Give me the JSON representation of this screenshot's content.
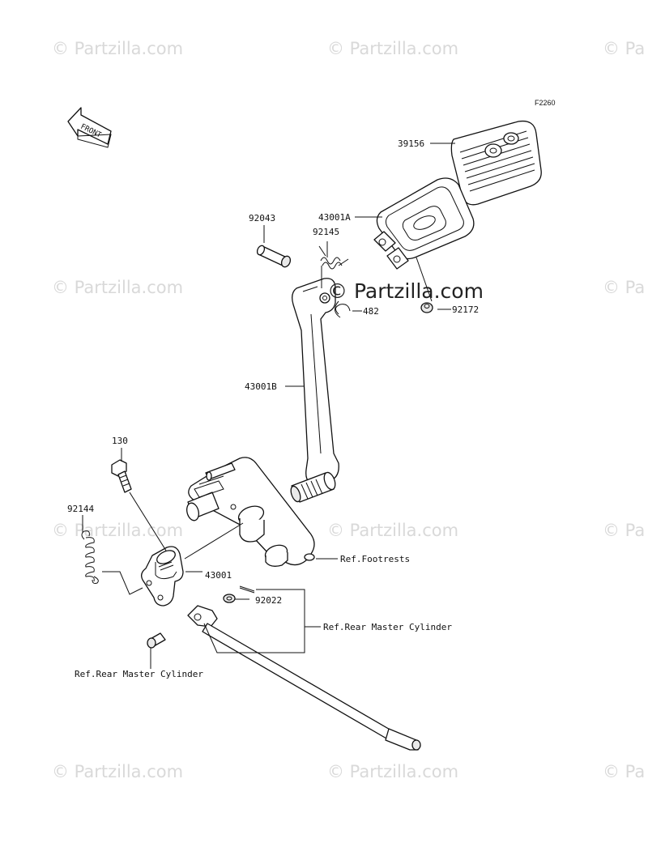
{
  "diagram_code": "F2260",
  "front_arrow_text": "FRONT",
  "watermark": {
    "small_text": "© Partzilla.com",
    "clipped_text": "© Pa",
    "center_text": "© Partzilla.com"
  },
  "callouts": {
    "p39156": "39156",
    "p43001A": "43001A",
    "p92043": "92043",
    "p92145": "92145",
    "p482": "482",
    "p92172": "92172",
    "p43001B": "43001B",
    "p130": "130",
    "p92144": "92144",
    "p43001": "43001",
    "p92022": "92022",
    "ref_footrests": "Ref.Footrests",
    "ref_rear_master_cylinder_right": "Ref.Rear Master Cylinder",
    "ref_rear_master_cylinder_left": "Ref.Rear Master Cylinder"
  }
}
